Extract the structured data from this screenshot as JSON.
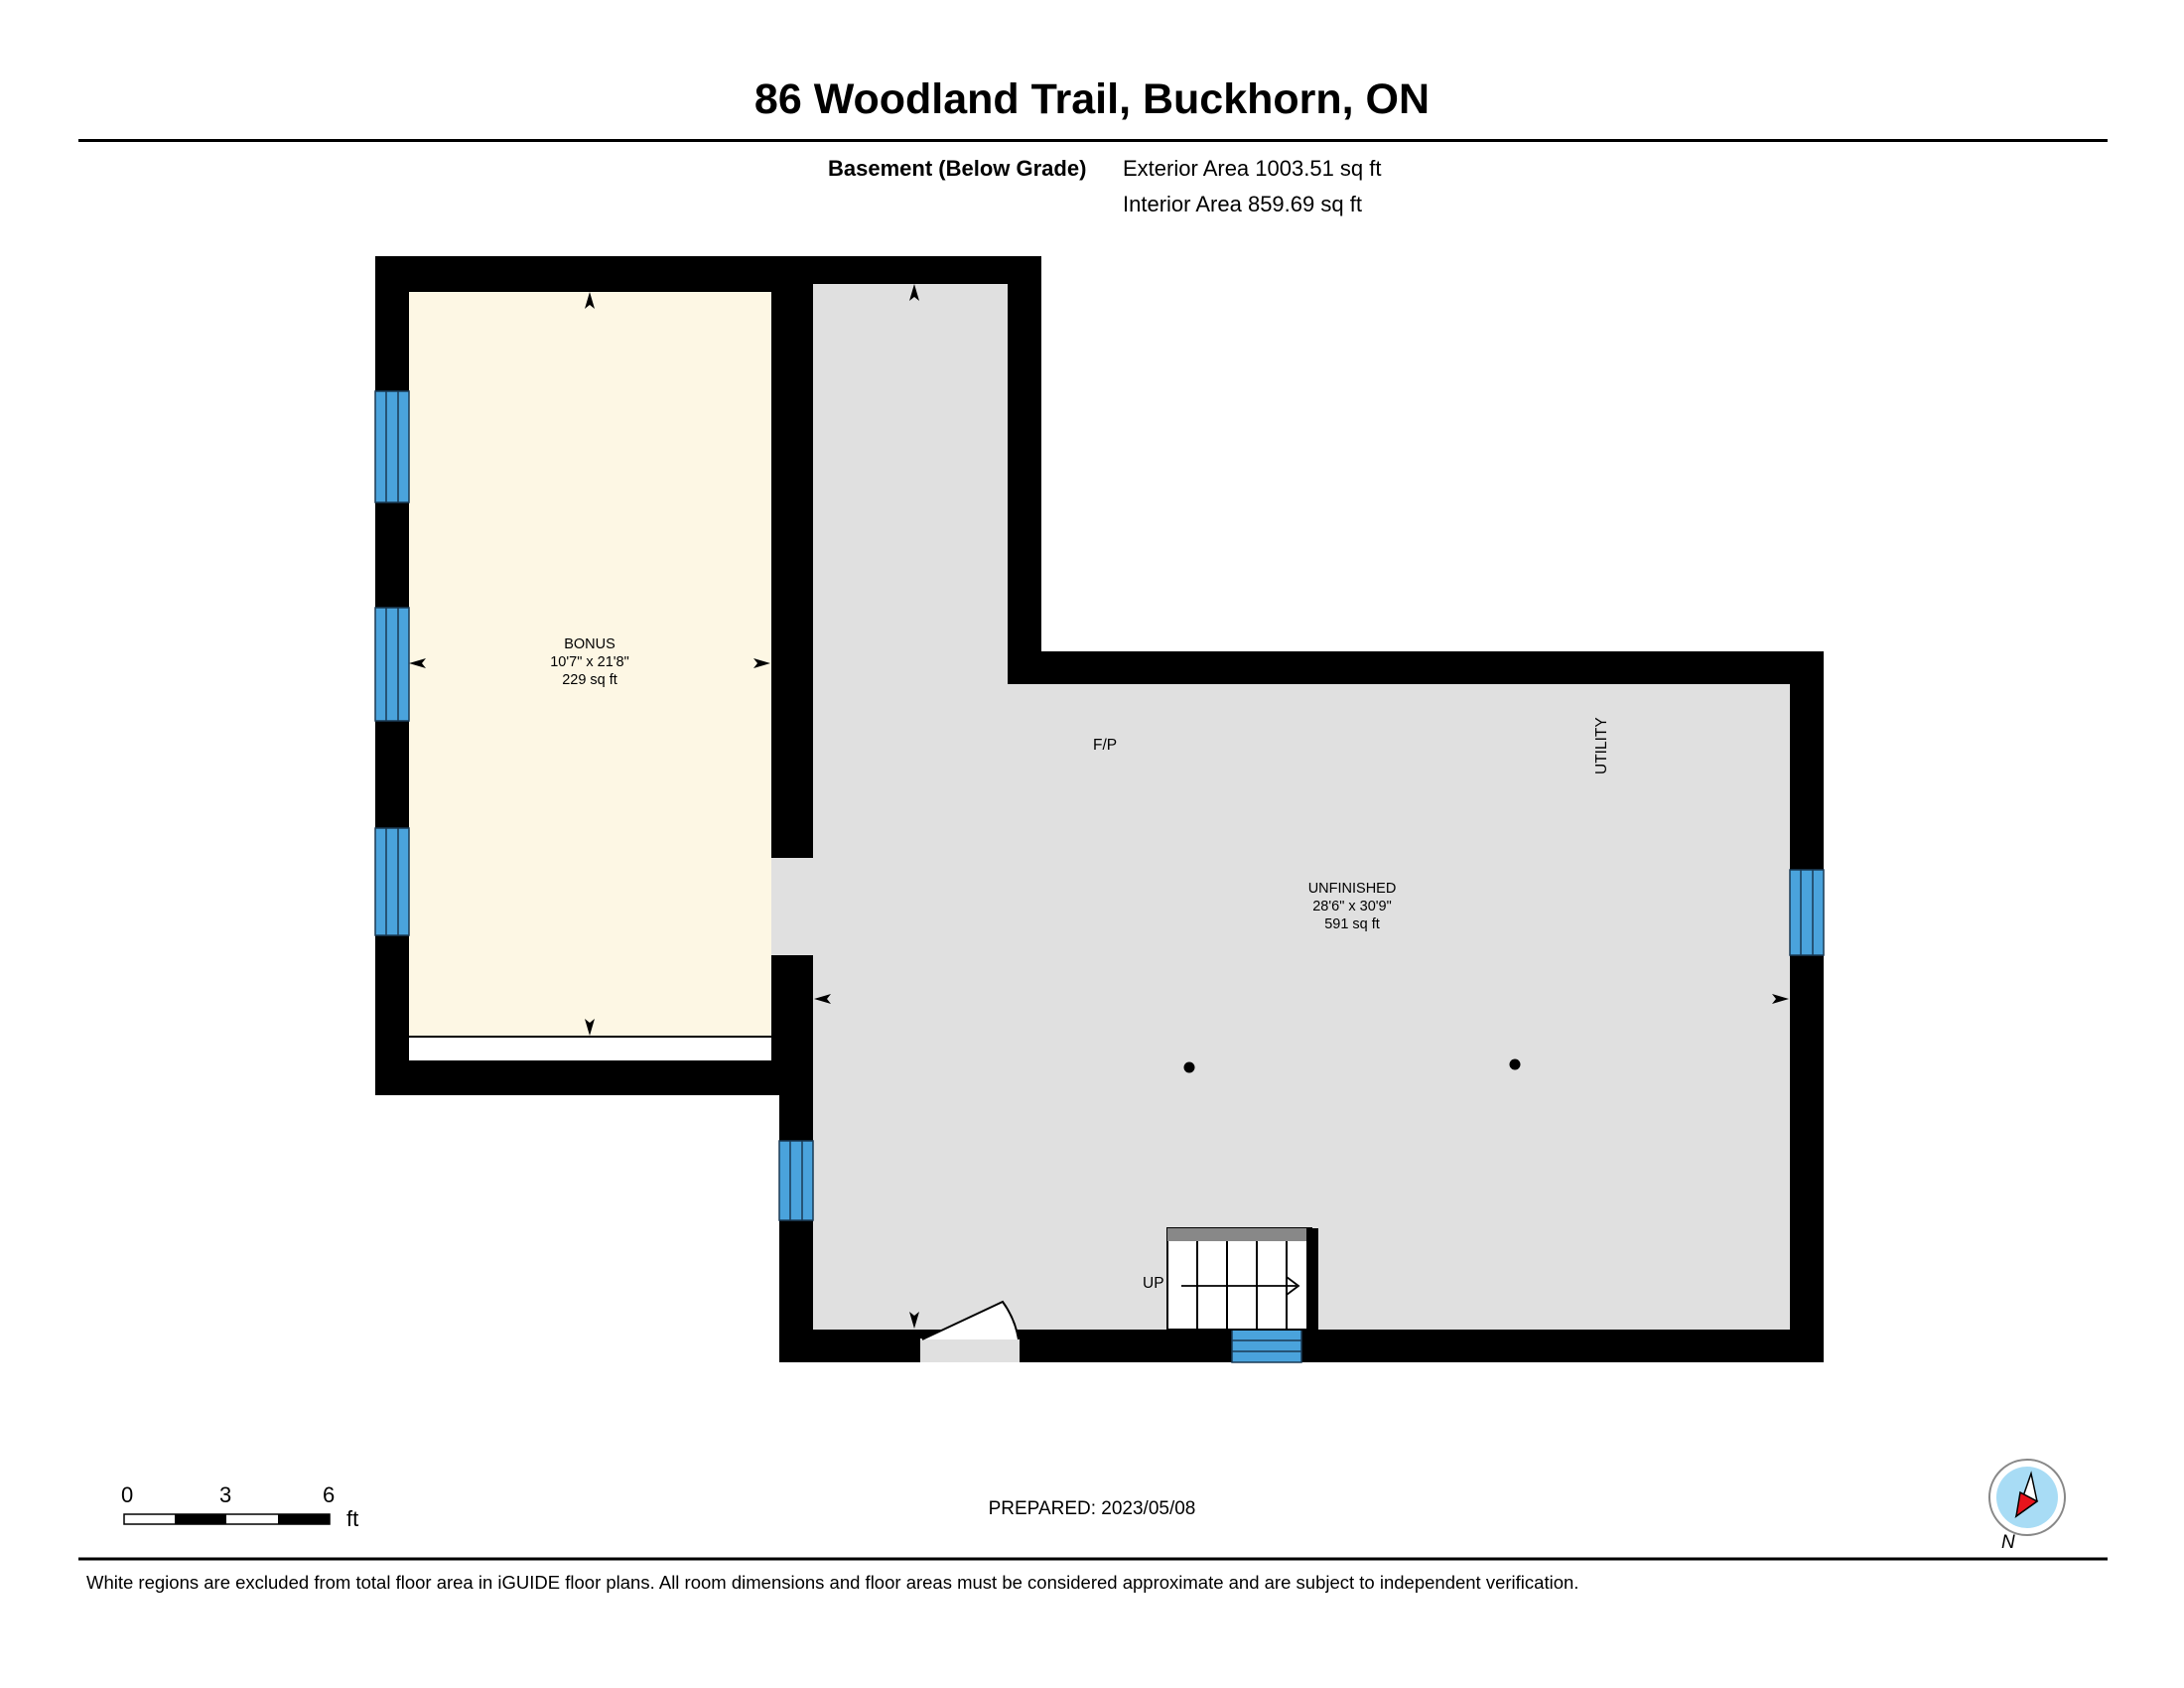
{
  "header": {
    "title": "86 Woodland Trail, Buckhorn, ON"
  },
  "floor": {
    "name": "Basement (Below Grade)",
    "exterior_area": "Exterior Area 1003.51 sq ft",
    "interior_area": "Interior Area 859.69 sq ft"
  },
  "rooms": [
    {
      "name": "BONUS",
      "dimensions": "10'7\" x 21'8\"",
      "area": "229 sq ft"
    },
    {
      "name": "UNFINISHED",
      "dimensions": "28'6\" x 30'9\"",
      "area": "591 sq ft"
    }
  ],
  "labels": {
    "fireplace": "F/P",
    "utility": "UTILITY",
    "stairs": "UP"
  },
  "scale_bar": {
    "ticks": [
      "0",
      "3",
      "6"
    ],
    "unit": "ft"
  },
  "compass": {
    "label": "N"
  },
  "prepared": "PREPARED: 2023/05/08",
  "disclaimer": "White regions are excluded from total floor area in iGUIDE floor plans. All room dimensions and floor areas must be considered approximate and are subject to independent verification.",
  "colors": {
    "wall": "#000000",
    "bonus_fill": "#fdf7e4",
    "unfinished_fill": "#e0e0e0",
    "window": "#4aa3dc",
    "compass_accent": "#e8141c",
    "compass_face": "#a8dcf5"
  }
}
